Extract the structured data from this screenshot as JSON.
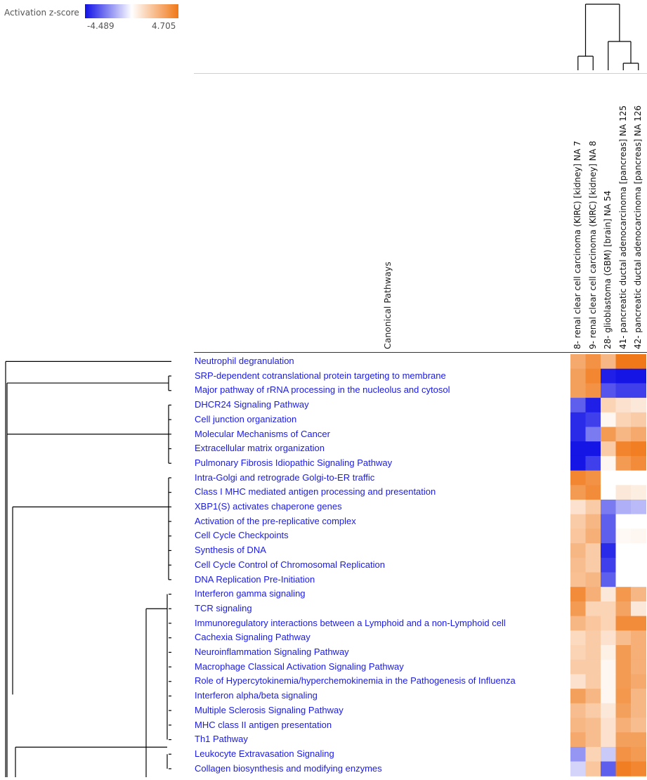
{
  "legend": {
    "title": "Activation z-score",
    "min_label": "-4.489",
    "max_label": "4.705",
    "low_color": "#1010e6",
    "mid_color": "#ffffff",
    "high_color": "#f07818"
  },
  "chart_data": {
    "type": "heatmap",
    "y_axis_title": "Canonical Pathways",
    "value_range": [
      -4.489,
      4.705
    ],
    "columns": [
      "8- renal clear cell carcinoma (KIRC) [kidney] NA 7",
      "9- renal clear cell carcinoma (KIRC) [kidney] NA 8",
      "28- glioblastoma (GBM) [brain] NA 54",
      "41- pancreatic ductal adenocarcinoma [pancreas] NA 125",
      "42- pancreatic ductal adenocarcinoma [pancreas] NA 126"
    ],
    "rows": [
      "Neutrophil degranulation",
      "SRP-dependent cotranslational protein targeting to membrane",
      "Major pathway of rRNA processing in the nucleolus and cytosol",
      "DHCR24 Signaling Pathway",
      "Cell junction organization",
      "Molecular Mechanisms of Cancer",
      "Extracellular matrix organization",
      "Pulmonary Fibrosis Idiopathic Signaling Pathway",
      "Intra-Golgi and retrograde Golgi-to-ER traffic",
      "Class I MHC mediated antigen processing and presentation",
      "XBP1(S) activates chaperone genes",
      "Activation of the pre-replicative complex",
      "Cell Cycle Checkpoints",
      "Synthesis of DNA",
      "Cell Cycle Control of Chromosomal Replication",
      "DNA Replication Pre-Initiation",
      "Interferon gamma signaling",
      "TCR signaling",
      "Immunoregulatory interactions between a Lymphoid and a non-Lymphoid cell",
      "Cachexia Signaling Pathway",
      "Neuroinflammation Signaling Pathway",
      "Macrophage Classical Activation Signaling Pathway",
      "Role of Hypercytokinemia/hyperchemokinemia in the Pathogenesis of Influenza",
      "Interferon alpha/beta signaling",
      "Multiple Sclerosis Signaling Pathway",
      "MHC class II antigen presentation",
      "Th1 Pathway",
      "Leukocyte Extravasation Signaling",
      "Collagen biosynthesis and modifying enzymes"
    ],
    "values": [
      [
        3.0,
        3.8,
        2.5,
        4.7,
        4.7
      ],
      [
        3.3,
        4.2,
        -4.2,
        -4.4,
        -4.4
      ],
      [
        3.3,
        3.8,
        -3.2,
        -3.6,
        -3.6
      ],
      [
        -3.0,
        -4.2,
        1.5,
        1.0,
        0.8
      ],
      [
        -4.0,
        -3.6,
        0.3,
        1.5,
        1.8
      ],
      [
        -4.0,
        -2.5,
        3.5,
        2.5,
        3.0
      ],
      [
        -4.4,
        -4.4,
        1.8,
        4.3,
        4.5
      ],
      [
        -4.4,
        -3.6,
        0.3,
        3.5,
        4.0
      ],
      [
        4.2,
        3.8,
        null,
        null,
        null
      ],
      [
        3.5,
        4.0,
        null,
        0.8,
        0.6
      ],
      [
        1.0,
        1.8,
        -2.5,
        -1.5,
        -1.3
      ],
      [
        1.8,
        2.5,
        -3.0,
        0.0,
        0.0
      ],
      [
        2.0,
        2.8,
        -3.0,
        0.2,
        0.3
      ],
      [
        2.5,
        1.8,
        -4.0,
        null,
        null
      ],
      [
        2.3,
        1.8,
        -3.6,
        null,
        null
      ],
      [
        2.2,
        2.5,
        -3.0,
        null,
        null
      ],
      [
        4.0,
        2.8,
        0.8,
        3.6,
        2.5
      ],
      [
        3.5,
        1.5,
        1.5,
        3.2,
        0.8
      ],
      [
        2.5,
        2.0,
        1.5,
        4.0,
        4.0
      ],
      [
        1.3,
        1.8,
        1.0,
        2.3,
        2.8
      ],
      [
        1.5,
        1.8,
        0.5,
        3.5,
        2.8
      ],
      [
        1.8,
        1.8,
        0.3,
        3.5,
        2.8
      ],
      [
        1.0,
        1.8,
        0.3,
        3.5,
        3.0
      ],
      [
        3.3,
        2.5,
        0.3,
        3.6,
        2.5
      ],
      [
        2.3,
        1.8,
        0.8,
        3.3,
        2.5
      ],
      [
        2.5,
        2.3,
        1.0,
        2.8,
        2.3
      ],
      [
        3.0,
        2.3,
        1.0,
        3.3,
        3.3
      ],
      [
        -2.0,
        1.5,
        -1.0,
        3.8,
        3.5
      ],
      [
        -0.8,
        2.0,
        -3.0,
        4.5,
        4.2
      ]
    ],
    "column_dendrogram": [
      [
        0,
        1
      ],
      [
        3,
        4
      ],
      [
        2,
        "41-42"
      ],
      [
        "8-9",
        "28-42"
      ]
    ]
  }
}
